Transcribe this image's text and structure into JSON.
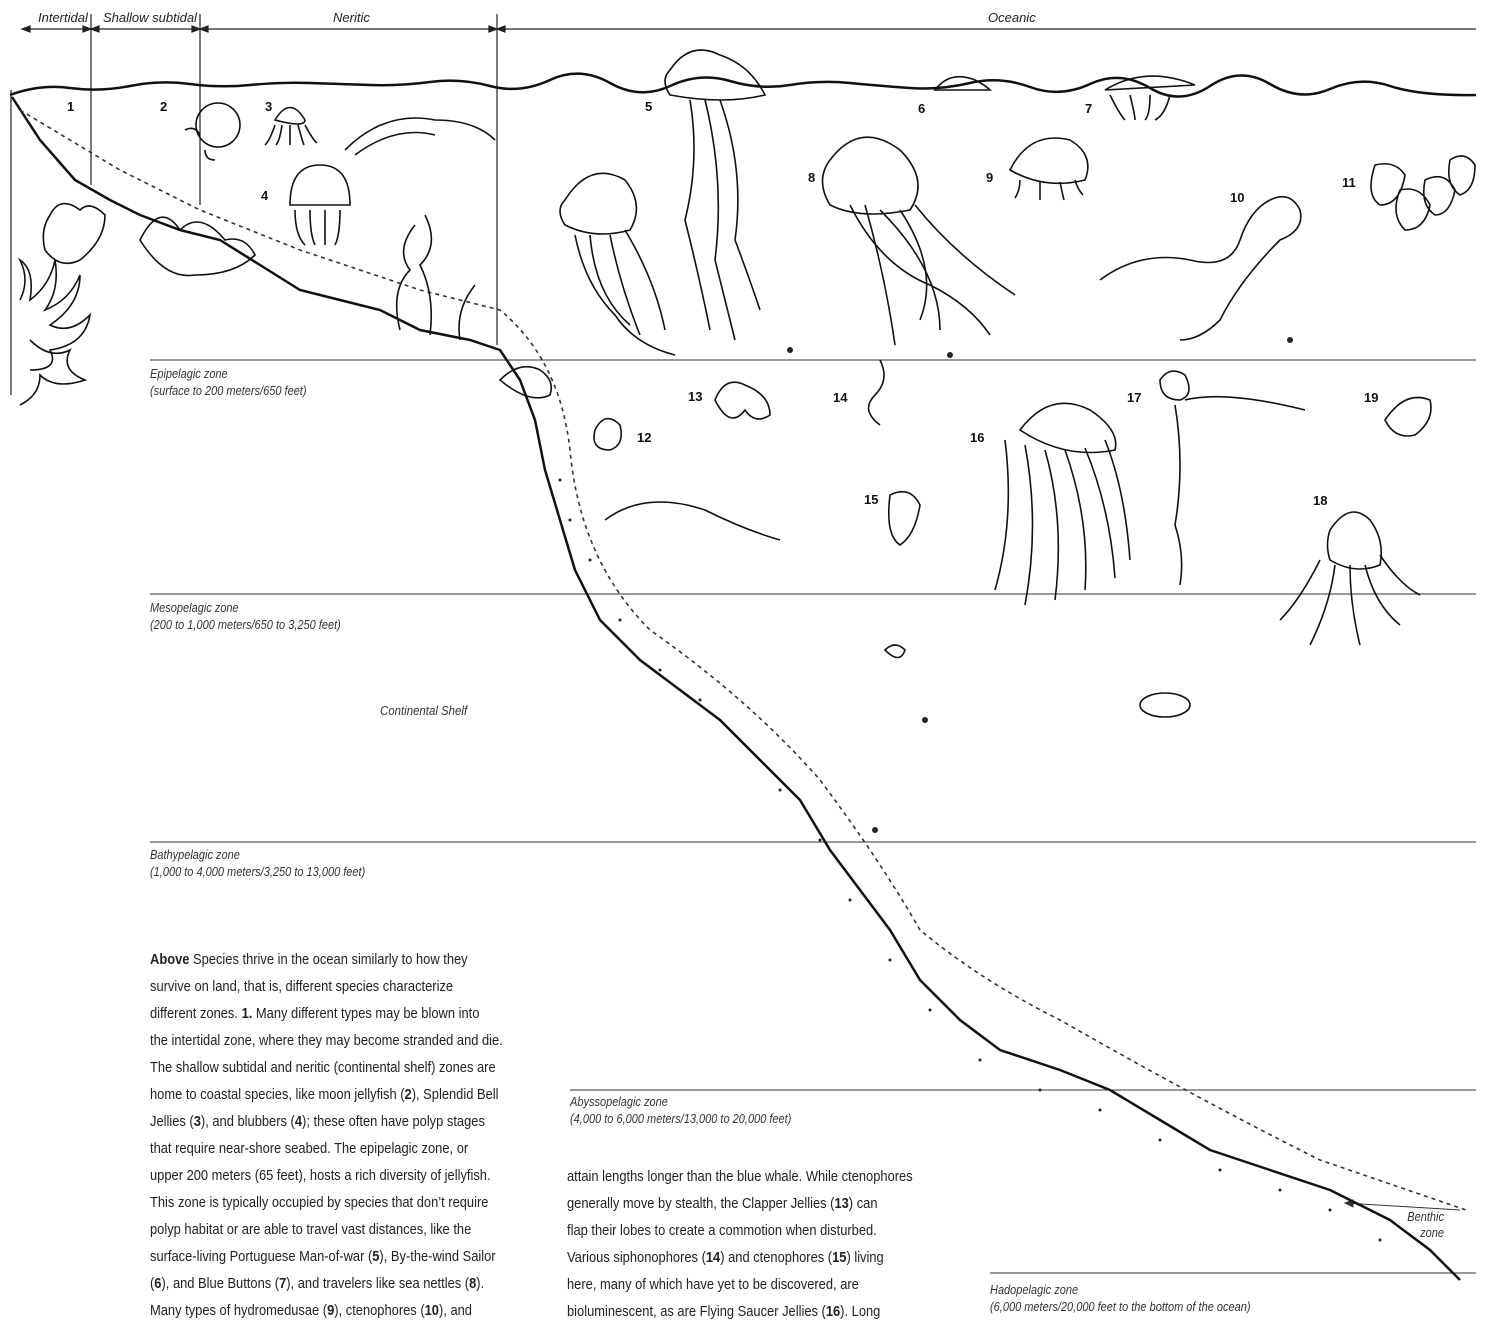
{
  "top_zones": [
    "Intertidal",
    "Shallow subtidal",
    "Neritic",
    "Oceanic"
  ],
  "depth_zones": [
    {
      "name": "Epipelagic zone",
      "range": "(surface to 200 meters/650 feet)"
    },
    {
      "name": "Mesopelagic zone",
      "range": "(200 to 1,000 meters/650 to 3,250 feet)"
    },
    {
      "name": "Bathypelagic zone",
      "range": "(1,000 to 4,000 meters/3,250 to 13,000 feet)"
    },
    {
      "name": "Abyssopelagic zone",
      "range": "(4,000 to 6,000 meters/13,000 to 20,000 feet)"
    },
    {
      "name": "Hadopelagic zone",
      "range": "(6,000 meters/20,000 feet to the bottom of the ocean)"
    }
  ],
  "shelf_label": "Continental Shelf",
  "benthic_label": [
    "Benthic",
    "zone"
  ],
  "species_numbers": [
    "1",
    "2",
    "3",
    "4",
    "5",
    "6",
    "7",
    "8",
    "9",
    "10",
    "11",
    "12",
    "13",
    "14",
    "15",
    "16",
    "17",
    "18",
    "19"
  ],
  "caption_left": [
    [
      {
        "b": "Above"
      },
      {
        "t": " Species thrive in the ocean similarly to how they"
      }
    ],
    [
      {
        "t": "survive on land, that is, different species characterize"
      }
    ],
    [
      {
        "t": "different zones. "
      },
      {
        "b": "1."
      },
      {
        "t": " Many different types may be blown into"
      }
    ],
    [
      {
        "t": "the intertidal zone, where they may become stranded and die."
      }
    ],
    [
      {
        "t": "The shallow subtidal and neritic (continental shelf) zones are"
      }
    ],
    [
      {
        "t": "home to coastal species, like moon jellyfish ("
      },
      {
        "b": "2"
      },
      {
        "t": "), Splendid Bell"
      }
    ],
    [
      {
        "t": "Jellies ("
      },
      {
        "b": "3"
      },
      {
        "t": "), and blubbers ("
      },
      {
        "b": "4"
      },
      {
        "t": "); these often have polyp stages"
      }
    ],
    [
      {
        "t": "that require near-shore seabed. The epipelagic zone, or"
      }
    ],
    [
      {
        "t": "upper 200 meters (65 feet), hosts a rich diversity of jellyfish."
      }
    ],
    [
      {
        "t": "This zone is typically occupied by species that don’t require"
      }
    ],
    [
      {
        "t": "polyp habitat or are able to travel vast distances, like the"
      }
    ],
    [
      {
        "t": "surface-living Portuguese Man-of-war ("
      },
      {
        "b": "5"
      },
      {
        "t": "), By-the-wind Sailor"
      }
    ],
    [
      {
        "t": "("
      },
      {
        "b": "6"
      },
      {
        "t": "), and Blue Buttons ("
      },
      {
        "b": "7"
      },
      {
        "t": "), and travelers like sea nettles ("
      },
      {
        "b": "8"
      },
      {
        "t": ")."
      }
    ],
    [
      {
        "t": "Many types of hydromedusae ("
      },
      {
        "b": "9"
      },
      {
        "t": "), ctenophores ("
      },
      {
        "b": "10"
      },
      {
        "t": "), and"
      }
    ]
  ],
  "caption_right": [
    [
      {
        "t": "attain lengths longer than the blue whale. While ctenophores"
      }
    ],
    [
      {
        "t": "generally move by stealth, the Clapper Jellies ("
      },
      {
        "b": "13"
      },
      {
        "t": ") can"
      }
    ],
    [
      {
        "t": "flap their lobes to create a commotion when disturbed."
      }
    ],
    [
      {
        "t": "Various siphonophores ("
      },
      {
        "b": "14"
      },
      {
        "t": ") and ctenophores ("
      },
      {
        "b": "15"
      },
      {
        "t": ") living"
      }
    ],
    [
      {
        "t": "here, many of which have yet to be discovered, are"
      }
    ],
    [
      {
        "t": "bioluminescent, as are Flying Saucer Jellies ("
      },
      {
        "b": "16"
      },
      {
        "t": "). Long"
      }
    ]
  ]
}
